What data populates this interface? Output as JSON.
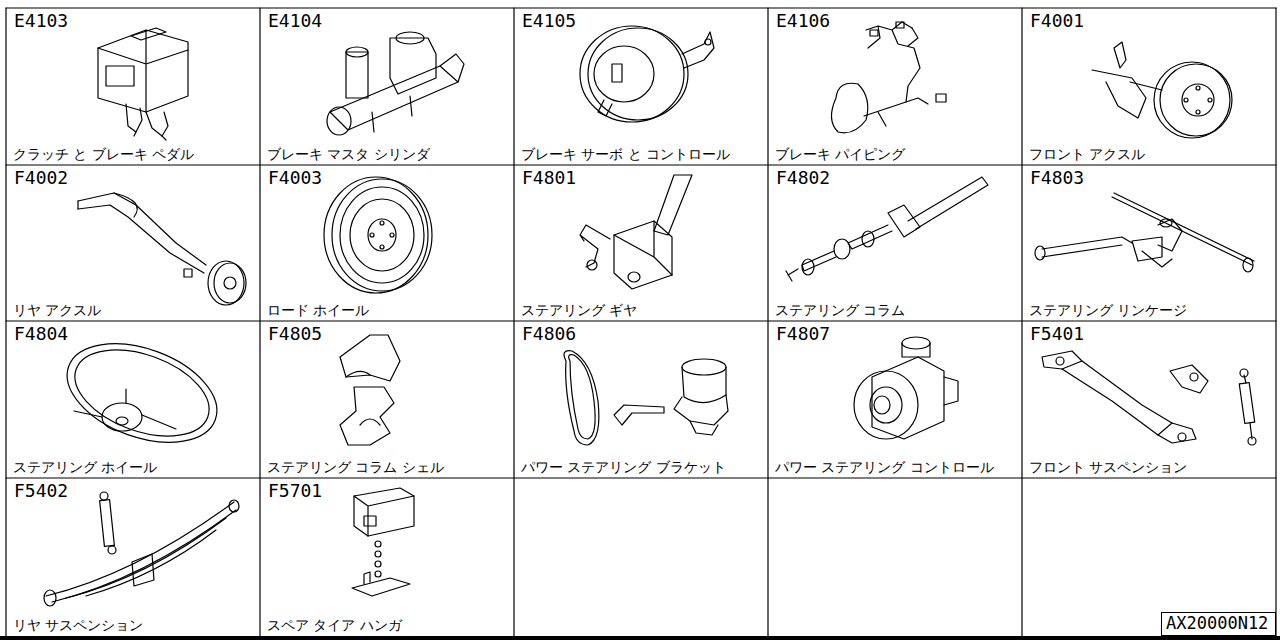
{
  "diagram": {
    "nodes": [
      {
        "text": [
          "E4103",
          "クラッチ と ブレーキ ペダル"
        ]
      },
      {
        "text": [
          "E4104",
          "ブレーキ マスタ シリンダ"
        ]
      },
      {
        "text": [
          "E4105",
          "ブレーキ サーボ と コントロール"
        ]
      },
      {
        "text": [
          "E4106",
          "ブレーキ パイピング"
        ]
      },
      {
        "text": [
          "F4001",
          "フロント アクスル"
        ]
      },
      {
        "text": [
          "F4002",
          "リヤ アクスル"
        ]
      },
      {
        "text": [
          "F4003",
          "ロード ホイール"
        ]
      },
      {
        "text": [
          "F4801",
          "ステアリング ギヤ"
        ]
      },
      {
        "text": [
          "F4802",
          "ステアリング コラム"
        ]
      },
      {
        "text": [
          "F4803",
          "ステアリング リンケージ"
        ]
      },
      {
        "text": [
          "F4804",
          "ステアリング ホイール"
        ]
      },
      {
        "text": [
          "F4805",
          "ステアリング コラム シェル"
        ]
      },
      {
        "text": [
          "F4806",
          "パワー ステアリング ブラケット"
        ]
      },
      {
        "text": [
          "F4807",
          "パワー ステアリング コントロール"
        ]
      },
      {
        "text": [
          "F5401",
          "フロント サスペンション"
        ]
      },
      {
        "text": [
          "F5402",
          "リヤ サスペンション"
        ]
      },
      {
        "text": [
          "F5701",
          "スペア タイア ハンガ"
        ]
      },
      {
        "text": [
          "AX20000N12"
        ]
      }
    ]
  }
}
